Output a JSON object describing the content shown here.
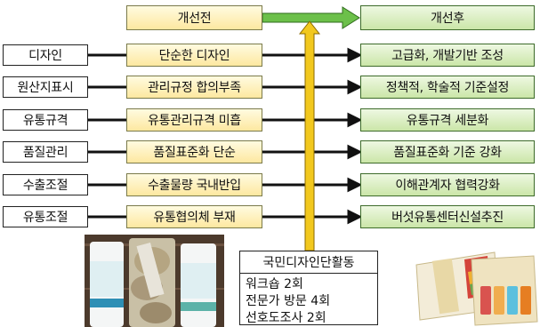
{
  "header": {
    "before": "개선전",
    "after": "개선후"
  },
  "rows": [
    {
      "category": "디자인",
      "before": "단순한 디자인",
      "after": "고급화, 개발기반 조성"
    },
    {
      "category": "원산지표시",
      "before": "관리규정 합의부족",
      "after": "정책적, 학술적 기준설정"
    },
    {
      "category": "유통규격",
      "before": "유통관리규격 미흡",
      "after": "유통규격 세분화"
    },
    {
      "category": "품질관리",
      "before": "품질표준화 단순",
      "after": "품질표준화 기준 강화"
    },
    {
      "category": "수출조절",
      "before": "수출물량 국내반입",
      "after": "이해관계자 협력강화"
    },
    {
      "category": "유통조절",
      "before": "유통협의체 부재",
      "after": "버섯유통센터신설추진"
    }
  ],
  "activity": {
    "title": "국민디자인단활동",
    "lines": [
      "워크숍 2회",
      "전문가 방문 4회",
      "선호도조사 2회"
    ]
  },
  "colors": {
    "before_fill": "#fde8a0",
    "after_fill": "#cbe6a8",
    "header_arrow": "#6cc04a",
    "vertical_arrow": "#f0c020"
  }
}
